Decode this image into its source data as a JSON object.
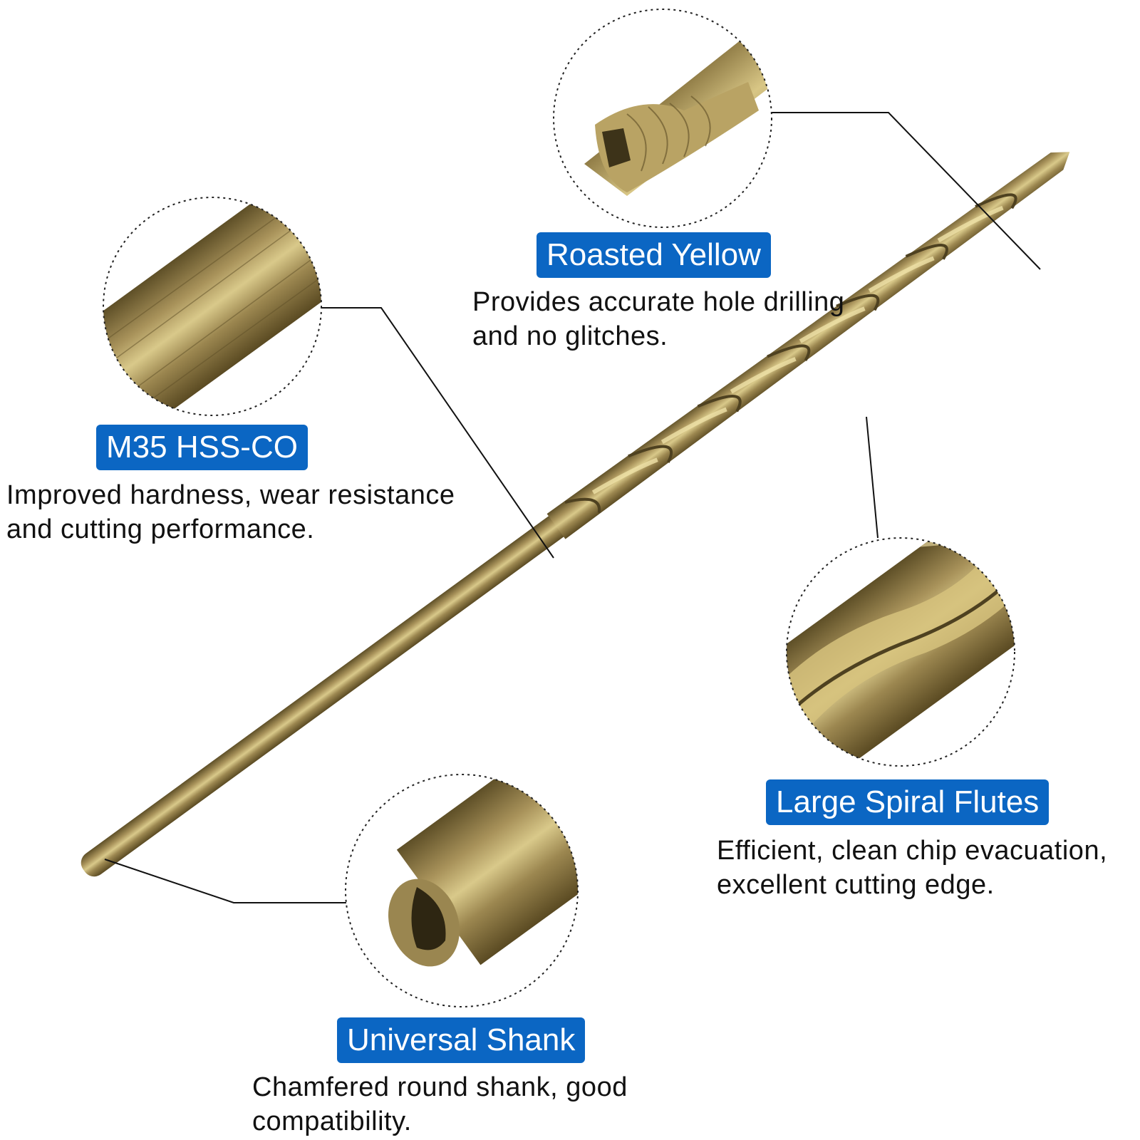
{
  "colors": {
    "badge_bg": "#0b66c3",
    "badge_text": "#ffffff",
    "description_text": "#111111",
    "metal_dark": "#6b5a2e",
    "metal_mid": "#a8925a",
    "metal_light": "#d9c98a",
    "leader_line": "#111111"
  },
  "image_subject": "cobalt HSS twist drill bit with four magnified detail callouts",
  "callouts": [
    {
      "id": "roasted-yellow",
      "title": "Roasted Yellow",
      "description_lines": [
        "Provides accurate hole drilling",
        "and no glitches."
      ],
      "detail_icon": "drill-tip-magnified"
    },
    {
      "id": "m35-hss-co",
      "title": "M35 HSS-CO",
      "description_lines": [
        "Improved hardness, wear resistance",
        "and cutting performance."
      ],
      "detail_icon": "shank-surface-magnified"
    },
    {
      "id": "large-spiral-flutes",
      "title": "Large Spiral Flutes",
      "description_lines": [
        "Efficient, clean chip evacuation,",
        "excellent cutting edge."
      ],
      "detail_icon": "spiral-flute-magnified"
    },
    {
      "id": "universal-shank",
      "title": "Universal Shank",
      "description_lines": [
        "Chamfered round shank, good",
        "compatibility."
      ],
      "detail_icon": "shank-end-magnified"
    }
  ]
}
